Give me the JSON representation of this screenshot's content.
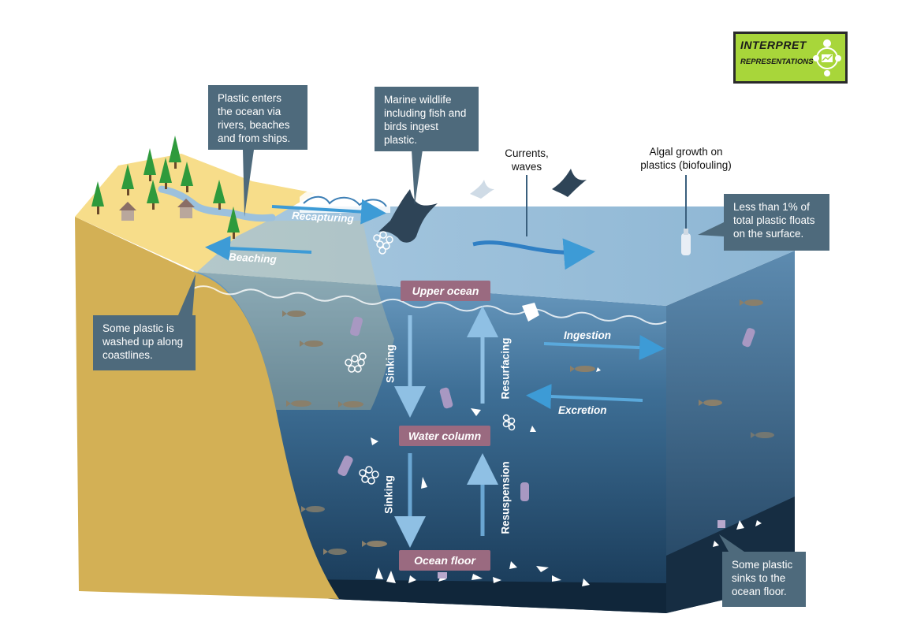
{
  "badge": {
    "line1": "INTERPRET",
    "line2": "REPRESENTATIONS"
  },
  "callouts": {
    "enters": "Plastic enters the ocean via rivers, beaches and from ships.",
    "wildlife": "Marine wildlife including fish and birds ingest plastic.",
    "surface": "Less than 1% of total plastic floats on the  surface.",
    "coastline": "Some plastic is washed up along coastlines.",
    "floor": "Some plastic sinks to the ocean floor."
  },
  "labels": {
    "currents": "Currents, waves",
    "algal": "Algal growth on plastics (biofouling)"
  },
  "zones": {
    "upper": "Upper ocean",
    "column": "Water column",
    "floor": "Ocean floor"
  },
  "flows": {
    "recapturing": "Recapturing",
    "beaching": "Beaching",
    "ingestion": "Ingestion",
    "excretion": "Excretion",
    "sinking1": "Sinking",
    "sinking2": "Sinking",
    "resurfacing": "Resurfacing",
    "resuspension": "Resuspension"
  },
  "colors": {
    "sand": "#f7dd8a",
    "cliff": "#d3b055",
    "surface_water": "#9cc1dd",
    "deep_water": "#1b3f5c",
    "callout": "#4e6a7c",
    "zone_label": "#9a6a80",
    "arrow": "#3d9bd6"
  }
}
